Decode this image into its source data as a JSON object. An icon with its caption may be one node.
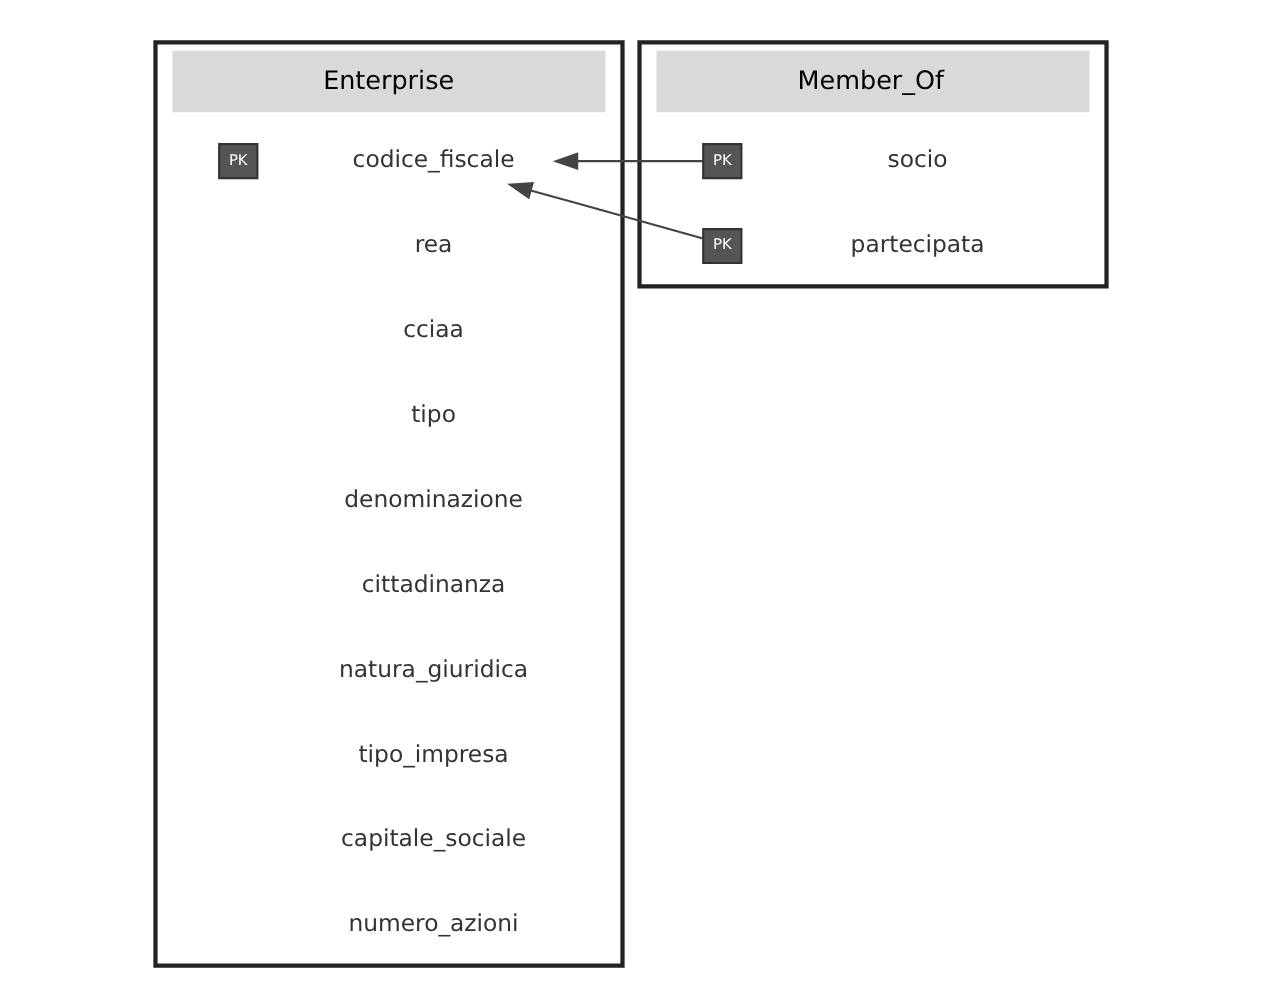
{
  "diagram": {
    "nodes": [
      {
        "text": [
          "Enterprise"
        ]
      },
      {
        "text": [
          "PK"
        ],
        "in": 0
      },
      {
        "text": [
          "codice_fiscale"
        ],
        "in": 0
      },
      {
        "text": [
          "rea"
        ],
        "in": 0
      },
      {
        "text": [
          "cciaa"
        ],
        "in": 0
      },
      {
        "text": [
          "tipo"
        ],
        "in": 0
      },
      {
        "text": [
          "denominazione"
        ],
        "in": 0
      },
      {
        "text": [
          "cittadinanza"
        ],
        "in": 0
      },
      {
        "text": [
          "natura_giuridica"
        ],
        "in": 0
      },
      {
        "text": [
          "tipo_impresa"
        ],
        "in": 0
      },
      {
        "text": [
          "capitale_sociale"
        ],
        "in": 0
      },
      {
        "text": [
          "numero_azioni"
        ],
        "in": 0
      },
      {
        "text": [
          "Member_Of"
        ]
      },
      {
        "text": [
          "PK"
        ],
        "in": 12
      },
      {
        "text": [
          "socio"
        ],
        "in": 12
      },
      {
        "text": [
          "PK"
        ],
        "in": 12
      },
      {
        "text": [
          "partecipata"
        ],
        "in": 12
      }
    ],
    "edges": [
      {
        "from": 13,
        "to": 2,
        "arrow": "to"
      },
      {
        "from": 15,
        "to": 2,
        "arrow": "to"
      }
    ]
  }
}
